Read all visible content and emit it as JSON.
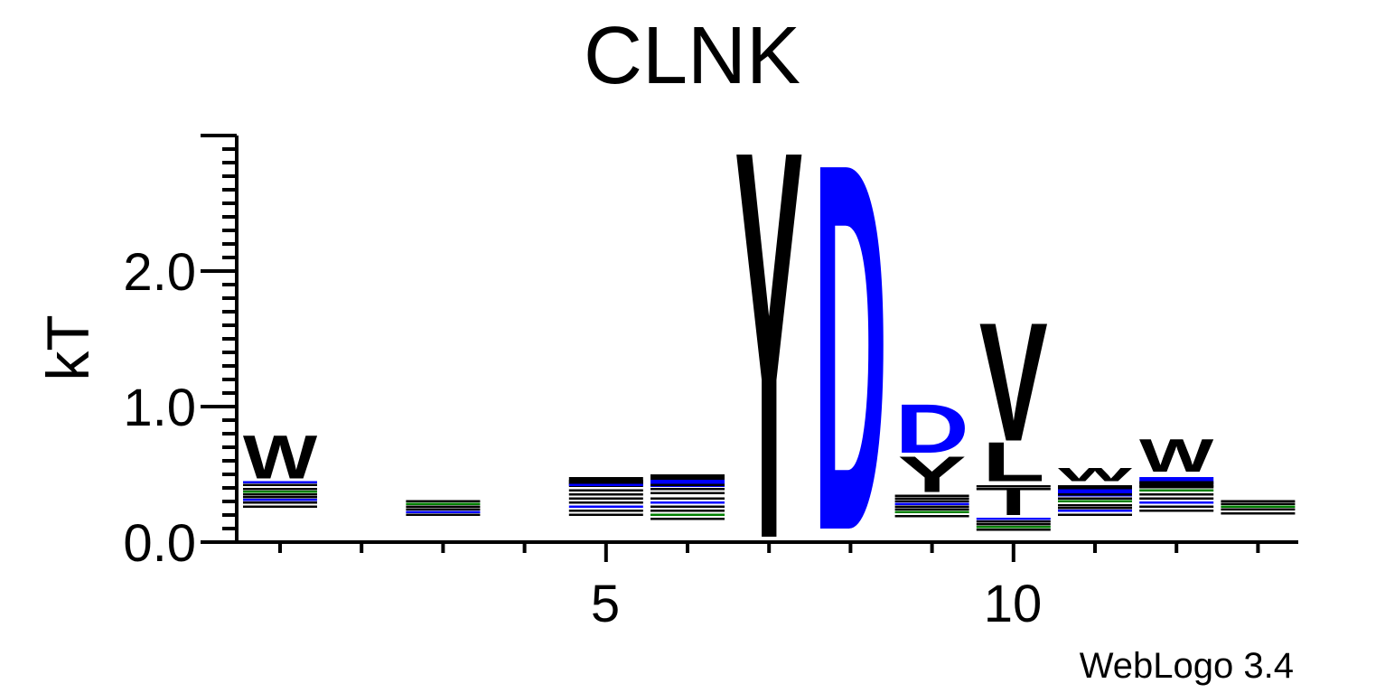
{
  "chart_data": {
    "type": "sequence-logo",
    "title": "CLNK",
    "ylabel": "kT",
    "xlabel": "",
    "ylim": [
      0,
      3.0
    ],
    "y_ticks": [
      "0.0",
      "1.0",
      "2.0"
    ],
    "x_ticks": [
      "5",
      "10"
    ],
    "positions": [
      1,
      2,
      3,
      4,
      5,
      6,
      7,
      8,
      9,
      10,
      11,
      12,
      13
    ],
    "colors": {
      "hydrophobic": "#000000",
      "acidic": "#0000ff",
      "polar": "#008000"
    },
    "stacks": [
      {
        "position": 1,
        "letters": [
          {
            "letter": "W",
            "bottom": 0.47,
            "top": 0.8,
            "color": "#000000"
          }
        ]
      },
      {
        "position": 2,
        "letters": []
      },
      {
        "position": 3,
        "letters": []
      },
      {
        "position": 4,
        "letters": []
      },
      {
        "position": 5,
        "letters": []
      },
      {
        "position": 6,
        "letters": []
      },
      {
        "position": 7,
        "letters": [
          {
            "letter": "Y",
            "bottom": 0.04,
            "top": 2.99,
            "color": "#000000"
          }
        ]
      },
      {
        "position": 8,
        "letters": [
          {
            "letter": "D",
            "bottom": 0.1,
            "top": 2.89,
            "color": "#0000ff"
          }
        ]
      },
      {
        "position": 9,
        "letters": [
          {
            "letter": "Y",
            "bottom": 0.37,
            "top": 0.64,
            "color": "#000000"
          },
          {
            "letter": "D",
            "bottom": 0.66,
            "top": 1.03,
            "color": "#0000ff"
          }
        ]
      },
      {
        "position": 10,
        "letters": [
          {
            "letter": "I",
            "bottom": 0.2,
            "top": 0.4,
            "color": "#000000"
          },
          {
            "letter": "L",
            "bottom": 0.45,
            "top": 0.75,
            "color": "#000000"
          },
          {
            "letter": "V",
            "bottom": 0.75,
            "top": 1.65,
            "color": "#000000"
          }
        ]
      },
      {
        "position": 11,
        "letters": [
          {
            "letter": "W",
            "bottom": 0.45,
            "top": 0.55,
            "color": "#000000"
          }
        ]
      },
      {
        "position": 12,
        "letters": [
          {
            "letter": "W",
            "bottom": 0.52,
            "top": 0.77,
            "color": "#000000"
          }
        ]
      },
      {
        "position": 13,
        "letters": []
      }
    ]
  },
  "credit": "WebLogo 3.4"
}
